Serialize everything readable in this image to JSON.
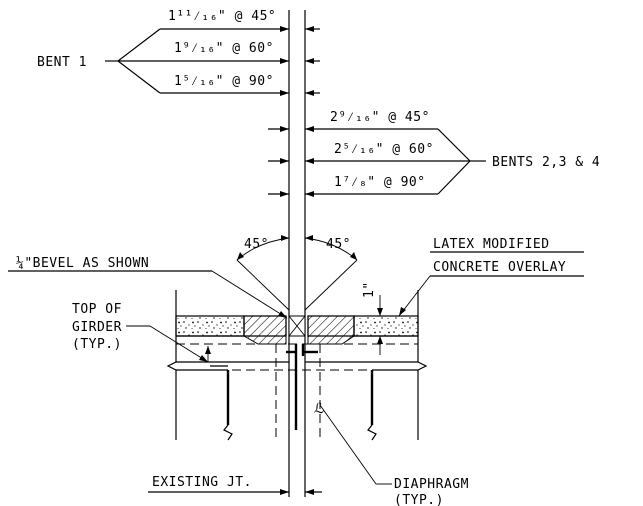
{
  "labels": {
    "bent1": "BENT 1",
    "bents234": "BENTS 2,3 & 4",
    "bent1_45": "1¹¹⁄₁₆\" @ 45°",
    "bent1_60": "1⁹⁄₁₆\" @ 60°",
    "bent1_90": "1⁵⁄₁₆\" @ 90°",
    "bents_45": "2⁹⁄₁₆\" @ 45°",
    "bents_60": "2⁵⁄₁₆\" @ 60°",
    "bents_90": "1⁷⁄₈\" @ 90°",
    "angle_left": "45°",
    "angle_right": "45°",
    "bevel": "¼\"BEVEL AS SHOWN",
    "overlay_line1": "LATEX MODIFIED",
    "overlay_line2": "CONCRETE OVERLAY",
    "overlay_thickness": "1\"",
    "top_girder_1": "TOP OF",
    "top_girder_2": "GIRDER",
    "top_girder_3": "(TYP.)",
    "existing_jt": "EXISTING JT.",
    "diaphragm_1": "DIAPHRAGM",
    "diaphragm_2": "(TYP.)",
    "centerline_mark": "ℒ"
  }
}
